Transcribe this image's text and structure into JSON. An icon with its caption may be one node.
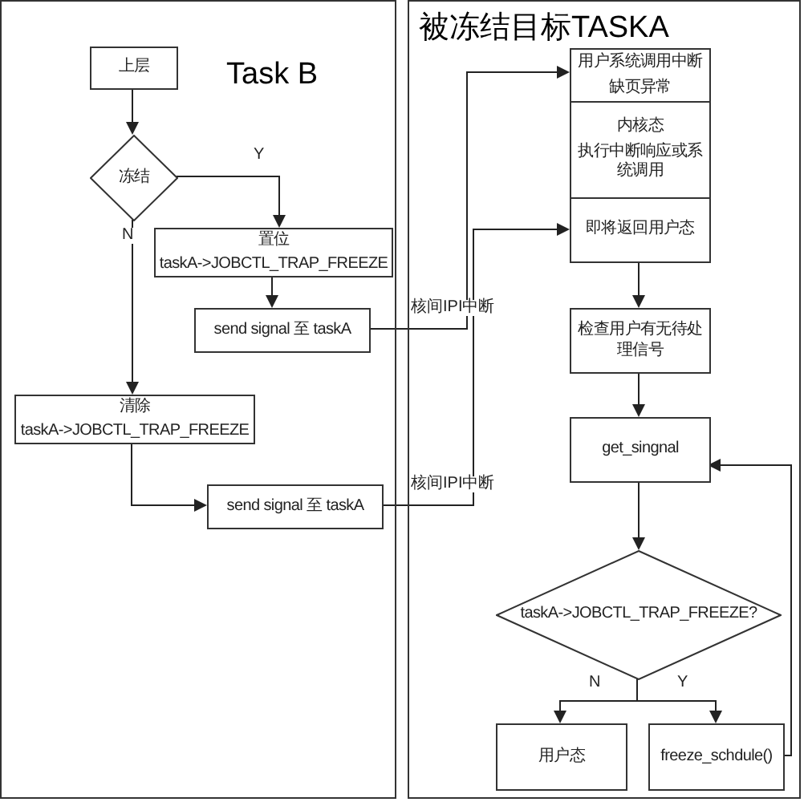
{
  "diagram": {
    "nodes": [
      {
        "text": [
          "Task B"
        ]
      },
      {
        "text": [
          "上层"
        ],
        "in": 0
      },
      {
        "text": [
          "冻结"
        ],
        "in": 0
      },
      {
        "text": [
          "置位",
          "taskA->JOBCTL_TRAP_FREEZE"
        ],
        "in": 0
      },
      {
        "text": [
          "send signal 至 taskA"
        ],
        "in": 0
      },
      {
        "text": [
          "清除",
          "taskA->JOBCTL_TRAP_FREEZE"
        ],
        "in": 0
      },
      {
        "text": [
          "send signal 至 taskA"
        ],
        "in": 0
      },
      {
        "text": [
          "被冻结目标TASKA"
        ]
      },
      {
        "text": [
          "用户系统调用中断",
          "缺页异常"
        ],
        "in": 7
      },
      {
        "text": [
          "内核态",
          "执行中断响应或系统调用"
        ],
        "in": 7
      },
      {
        "text": [
          "即将返回用户态"
        ],
        "in": 7
      },
      {
        "text": [
          "检查用户有无待处理信号"
        ],
        "in": 7
      },
      {
        "text": [
          "get_singnal"
        ],
        "in": 7
      },
      {
        "text": [
          "taskA->JOBCTL_TRAP_FREEZE?"
        ],
        "in": 7
      },
      {
        "text": [
          "用户态"
        ],
        "in": 7
      },
      {
        "text": [
          "freeze_schdule()"
        ],
        "in": 7
      }
    ],
    "edges": [
      {
        "from": 1,
        "to": 2,
        "arrow": "to"
      },
      {
        "from": 2,
        "to": 3,
        "arrow": "to",
        "label": "Y"
      },
      {
        "from": 3,
        "to": 4,
        "arrow": "to"
      },
      {
        "from": 2,
        "to": 5,
        "arrow": "to",
        "label": "N"
      },
      {
        "from": 5,
        "to": 6,
        "arrow": "to"
      },
      {
        "from": 4,
        "to": 8,
        "arrow": "to",
        "label": "核间IPI中断"
      },
      {
        "from": 6,
        "to": 10,
        "arrow": "to",
        "label": "核间IPI中断"
      },
      {
        "from": 10,
        "to": 11,
        "arrow": "to"
      },
      {
        "from": 11,
        "to": 12,
        "arrow": "to"
      },
      {
        "from": 12,
        "to": 13,
        "arrow": "to"
      },
      {
        "from": 13,
        "to": 14,
        "arrow": "to",
        "label": "N"
      },
      {
        "from": 13,
        "to": 15,
        "arrow": "to",
        "label": "Y"
      },
      {
        "from": 15,
        "to": 12,
        "arrow": "to"
      }
    ]
  }
}
